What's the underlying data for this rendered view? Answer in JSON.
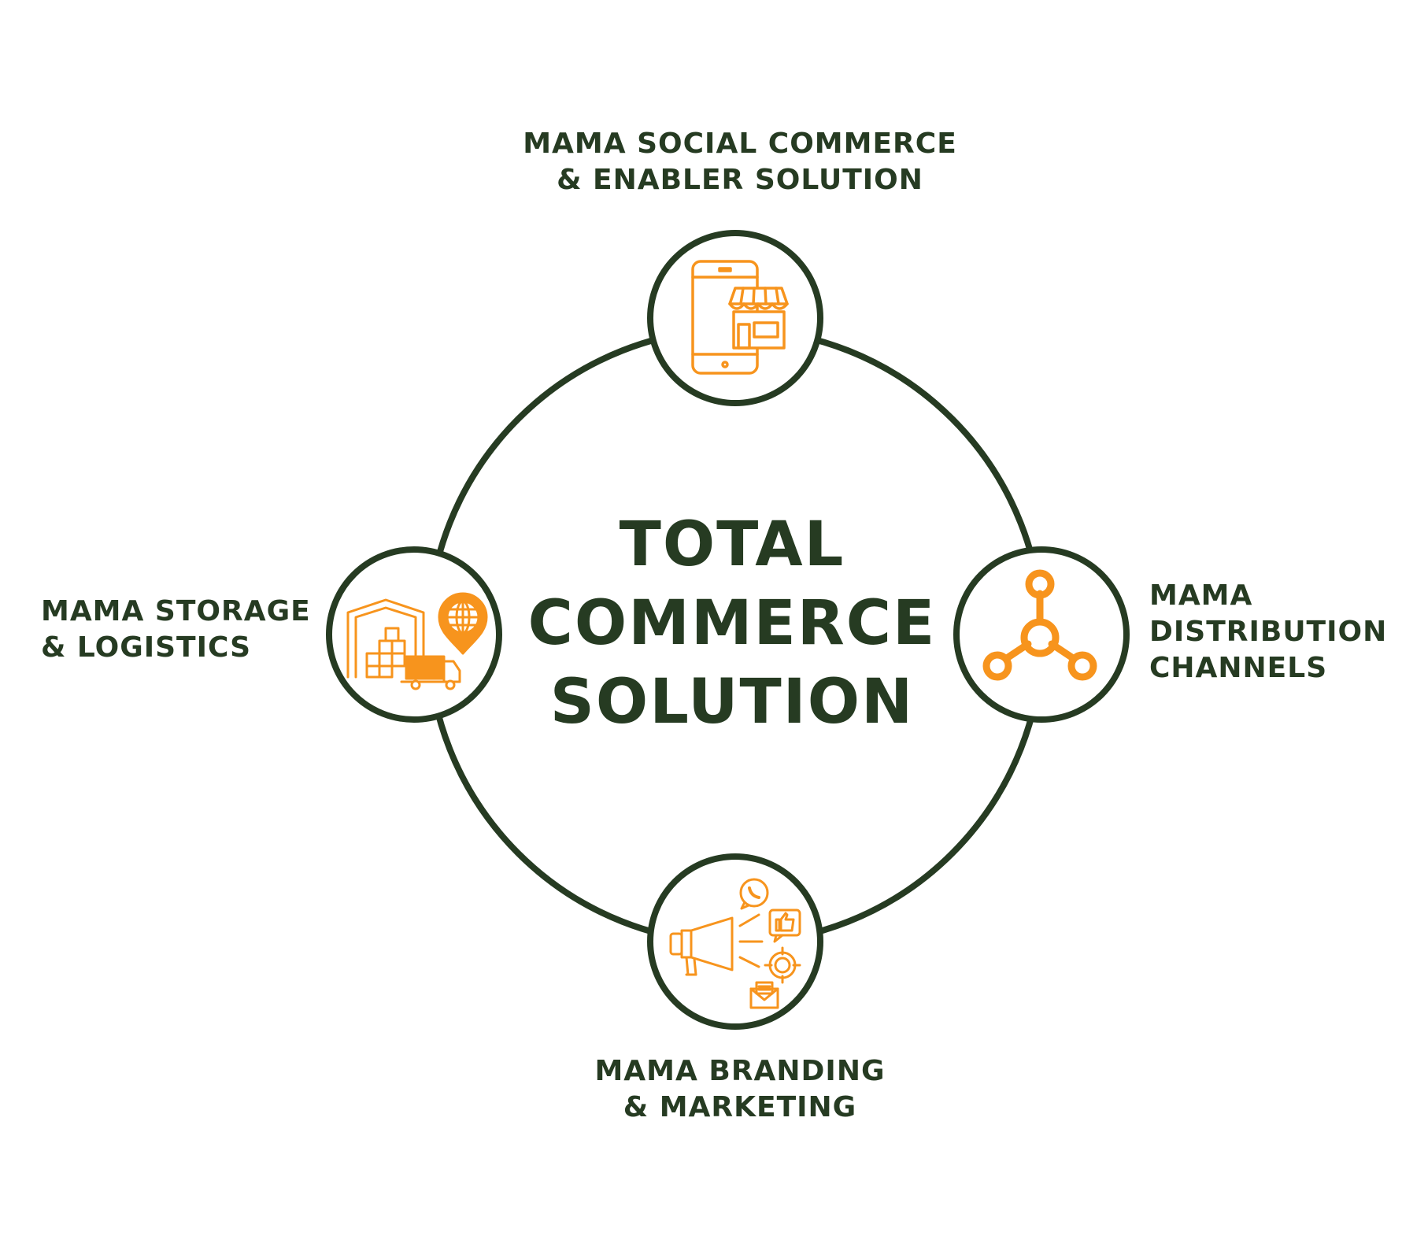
{
  "colors": {
    "ring": "#263b22",
    "icon": "#f7941d",
    "text": "#263b22",
    "background": "#ffffff"
  },
  "center": {
    "lines": [
      "TOTAL",
      "COMMERCE",
      "SOLUTION"
    ]
  },
  "nodes": {
    "top": {
      "icon": "mobile-shop-icon",
      "lines": [
        "MAMA SOCIAL COMMERCE",
        "& ENABLER SOLUTION"
      ]
    },
    "right": {
      "icon": "distribution-network-icon",
      "lines": [
        "MAMA",
        "DISTRIBUTION",
        "CHANNELS"
      ]
    },
    "bottom": {
      "icon": "megaphone-marketing-icon",
      "lines": [
        "MAMA BRANDING",
        "& MARKETING"
      ]
    },
    "left": {
      "icon": "warehouse-logistics-icon",
      "lines": [
        "MAMA STORAGE",
        "& LOGISTICS"
      ]
    }
  }
}
